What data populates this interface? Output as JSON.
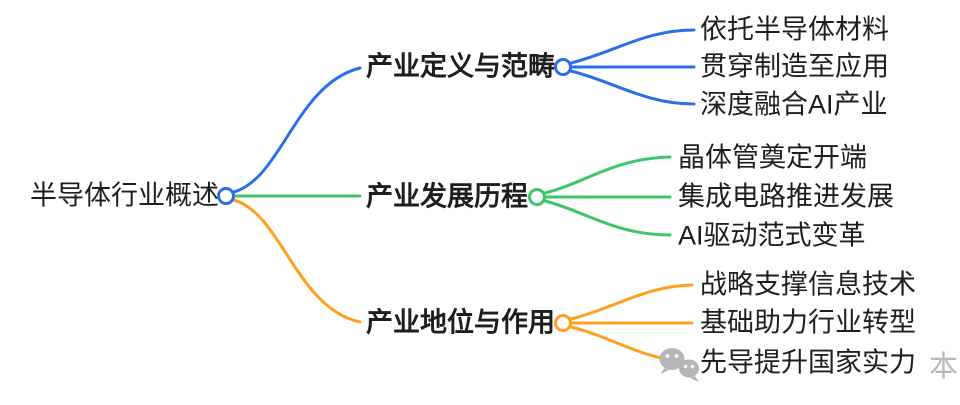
{
  "root": {
    "label": "半导体行业概述",
    "circle_color": "#2B6FE6"
  },
  "branches": [
    {
      "label": "产业定义与范畴",
      "color": "#2B6FE6",
      "children": [
        "依托半导体材料",
        "贯穿制造至应用",
        "深度融合AI产业"
      ]
    },
    {
      "label": "产业发展历程",
      "color": "#3EC56C",
      "children": [
        "晶体管奠定开端",
        "集成电路推进发展",
        "AI驱动范式变革"
      ]
    },
    {
      "label": "产业地位与作用",
      "color": "#FFA01F",
      "children": [
        "战略支撑信息技术",
        "基础助力行业转型",
        "先导提升国家实力"
      ]
    }
  ],
  "watermark": {
    "icon": "wechat-icon",
    "visible_text": "本",
    "color": "#b6b6b6"
  },
  "colors": {
    "background": "#ffffff",
    "text": "#1e1e1e"
  }
}
